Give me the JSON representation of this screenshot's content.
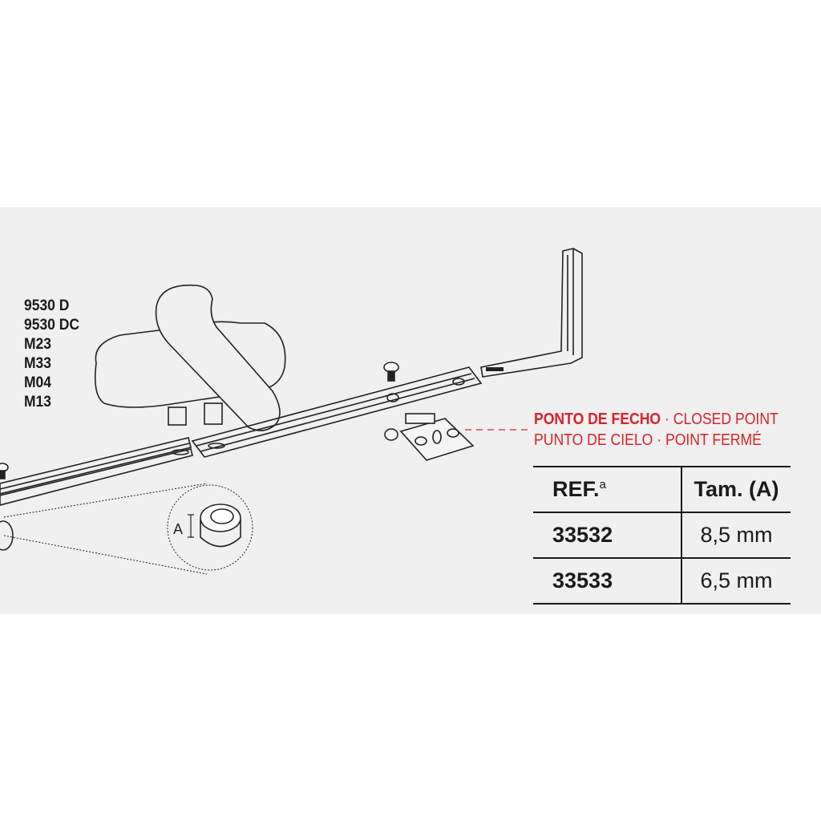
{
  "models": [
    "9530 D",
    "9530 DC",
    "M23",
    "M33",
    "M04",
    "M13"
  ],
  "detail_label": "A",
  "caption": {
    "line1_bold": "PONTO DE FECHO",
    "line1_rest": " · CLOSED POINT",
    "line2": "PUNTO DE CIELO · POINT FERMÉ"
  },
  "table": {
    "headers": {
      "ref": "REF.",
      "ref_sup": "a",
      "size": "Tam. (A)"
    },
    "rows": [
      {
        "ref": "33532",
        "size": "8,5 mm"
      },
      {
        "ref": "33533",
        "size": "6,5 mm"
      }
    ]
  },
  "colors": {
    "accent": "#d8232a",
    "background_band": "#f0f0f0",
    "ink": "#1a1a1a"
  }
}
